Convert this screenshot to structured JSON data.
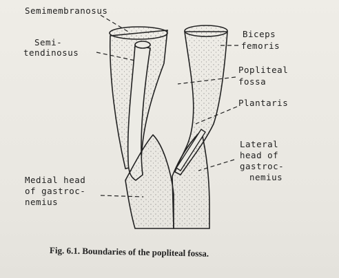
{
  "labels": {
    "semimembranosus": "Semimembranosus",
    "semitendinosus_1": "Semi-",
    "semitendinosus_2": "tendinosus",
    "biceps_1": "Biceps",
    "biceps_2": "femoris",
    "popliteal_1": "Popliteal",
    "popliteal_2": "fossa",
    "plantaris": "Plantaris",
    "lateral_1": "Lateral",
    "lateral_2": "head of",
    "lateral_3": "gastroc-",
    "lateral_4": "nemius",
    "medial_1": "Medial head",
    "medial_2": "of gastroc-",
    "medial_3": "nemius"
  },
  "caption": "Fig. 6.1. Boundaries of the popliteal fossa."
}
